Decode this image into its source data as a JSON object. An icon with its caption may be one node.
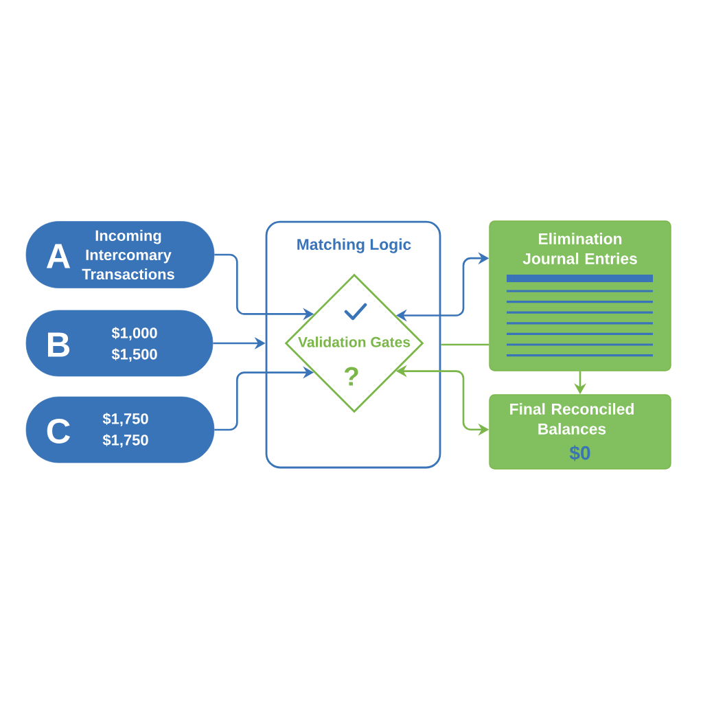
{
  "diagram": {
    "nodes": [
      {
        "text": [
          "A",
          "Incoming Intercomary Transactions"
        ]
      },
      {
        "text": [
          "B",
          "$1,000",
          "$1,500"
        ]
      },
      {
        "text": [
          "C",
          "$1,750",
          "$1,750"
        ]
      },
      {
        "text": [
          "Matching Logic"
        ]
      },
      {
        "text": [
          "Validation Gates",
          "?"
        ],
        "in": 3
      },
      {
        "text": [
          "Elimination Journal Entries"
        ]
      },
      {
        "text": [
          "Final Reconciled Balances",
          "$0"
        ]
      }
    ],
    "edges": [
      {
        "from": 0,
        "to": 4,
        "arrow": "to"
      },
      {
        "from": 1,
        "to": 3,
        "arrow": "to"
      },
      {
        "from": 2,
        "to": 4,
        "arrow": "to"
      },
      {
        "from": 4,
        "to": 5,
        "arrow": "both"
      },
      {
        "from": 3,
        "to": 5,
        "arrow": "none",
        "color": "#7ab648"
      },
      {
        "from": 4,
        "to": 6,
        "arrow": "both",
        "color": "#7ab648"
      },
      {
        "from": 5,
        "to": 6,
        "arrow": "to",
        "color": "#7ab648"
      }
    ]
  }
}
